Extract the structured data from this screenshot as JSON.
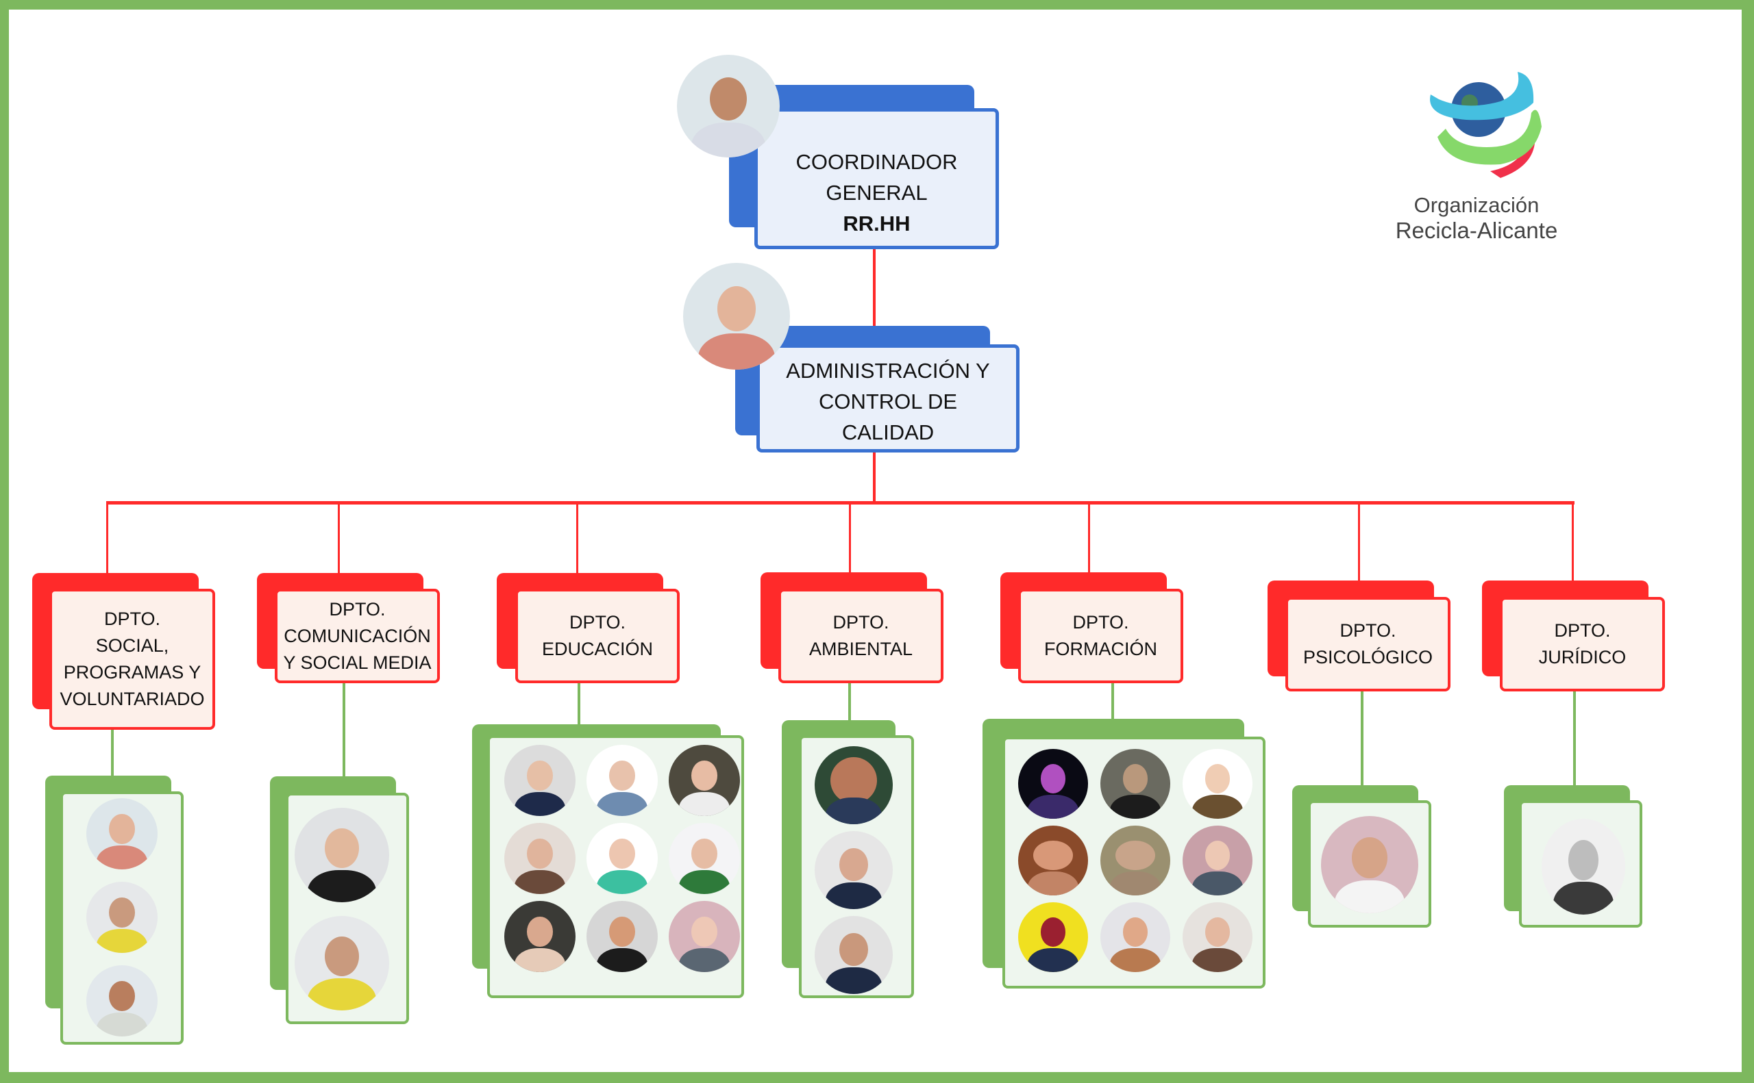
{
  "organization": {
    "name_line1": "Organización",
    "name_line2": "Recicla-Alicante",
    "logo_colors": {
      "blue": "#45BFE0",
      "green": "#86D86A",
      "red": "#F0304A"
    }
  },
  "colors": {
    "frame": "#7DB85E",
    "leadership_accent": "#3A72D2",
    "leadership_fill": "#EAF0FA",
    "department_accent": "#FF2A2A",
    "department_fill": "#FDF0EA",
    "team_accent": "#7DB85E",
    "team_fill": "#EEF6EE"
  },
  "leadership": [
    {
      "line1": "COORDINADOR",
      "line2": "GENERAL",
      "line3": "RR.HH",
      "photo": "coordinator-photo"
    },
    {
      "line1": "ADMINISTRACIÓN Y",
      "line2": "CONTROL DE",
      "line3": "CALIDAD",
      "photo": "administration-photo"
    }
  ],
  "departments": [
    {
      "lines": [
        "DPTO.",
        "SOCIAL,",
        "PROGRAMAS Y",
        "VOLUNTARIADO"
      ],
      "member_count": 3
    },
    {
      "lines": [
        "DPTO.",
        "COMUNICACIÓN",
        "Y SOCIAL MEDIA"
      ],
      "member_count": 2
    },
    {
      "lines": [
        "DPTO.",
        "EDUCACIÓN"
      ],
      "member_count": 9
    },
    {
      "lines": [
        "DPTO.",
        "AMBIENTAL"
      ],
      "member_count": 3
    },
    {
      "lines": [
        "DPTO.",
        "FORMACIÓN"
      ],
      "member_count": 9
    },
    {
      "lines": [
        "DPTO.",
        "PSICOLÓGICO"
      ],
      "member_count": 1
    },
    {
      "lines": [
        "DPTO.",
        "JURÍDICO"
      ],
      "member_count": 1
    }
  ]
}
